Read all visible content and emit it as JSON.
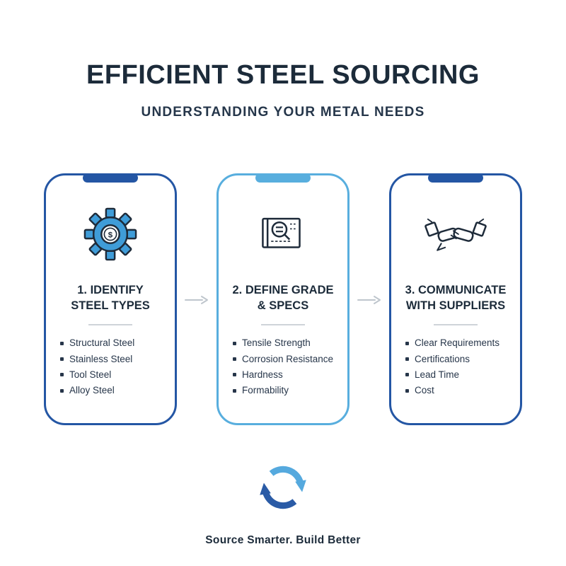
{
  "header": {
    "title": "EFFICIENT STEEL SOURCING",
    "subtitle": "UNDERSTANDING YOUR METAL NEEDS"
  },
  "cards": [
    {
      "icon": "gear-dollar",
      "symbol": "$",
      "title_line1": "1. IDENTIFY",
      "title_line2": "STEEL TYPES",
      "items": [
        "Structural Steel",
        "Stainless Steel",
        "Tool Steel",
        "Alloy Steel"
      ]
    },
    {
      "icon": "blueprint-magnifier",
      "title_line1": "2. DEFINE GRADE",
      "title_line2": "& SPECS",
      "items": [
        "Tensile Strength",
        "Corrosion Resistance",
        "Hardness",
        "Formability"
      ]
    },
    {
      "icon": "handshake",
      "title_line1": "3. COMMUNICATE",
      "title_line2": "WITH SUPPLIERS",
      "items": [
        "Clear Requirements",
        "Certifications",
        "Lead Time",
        "Cost"
      ]
    }
  ],
  "footer": {
    "cycle_icon": "cycle-arrows",
    "tagline": "Source Smarter. Build Better"
  },
  "colors": {
    "dark_blue": "#2456a4",
    "light_blue": "#58aede",
    "icon_blue": "#3f9cd8",
    "navy": "#1c2b3a",
    "arrow_gray": "#bfc6cd"
  }
}
